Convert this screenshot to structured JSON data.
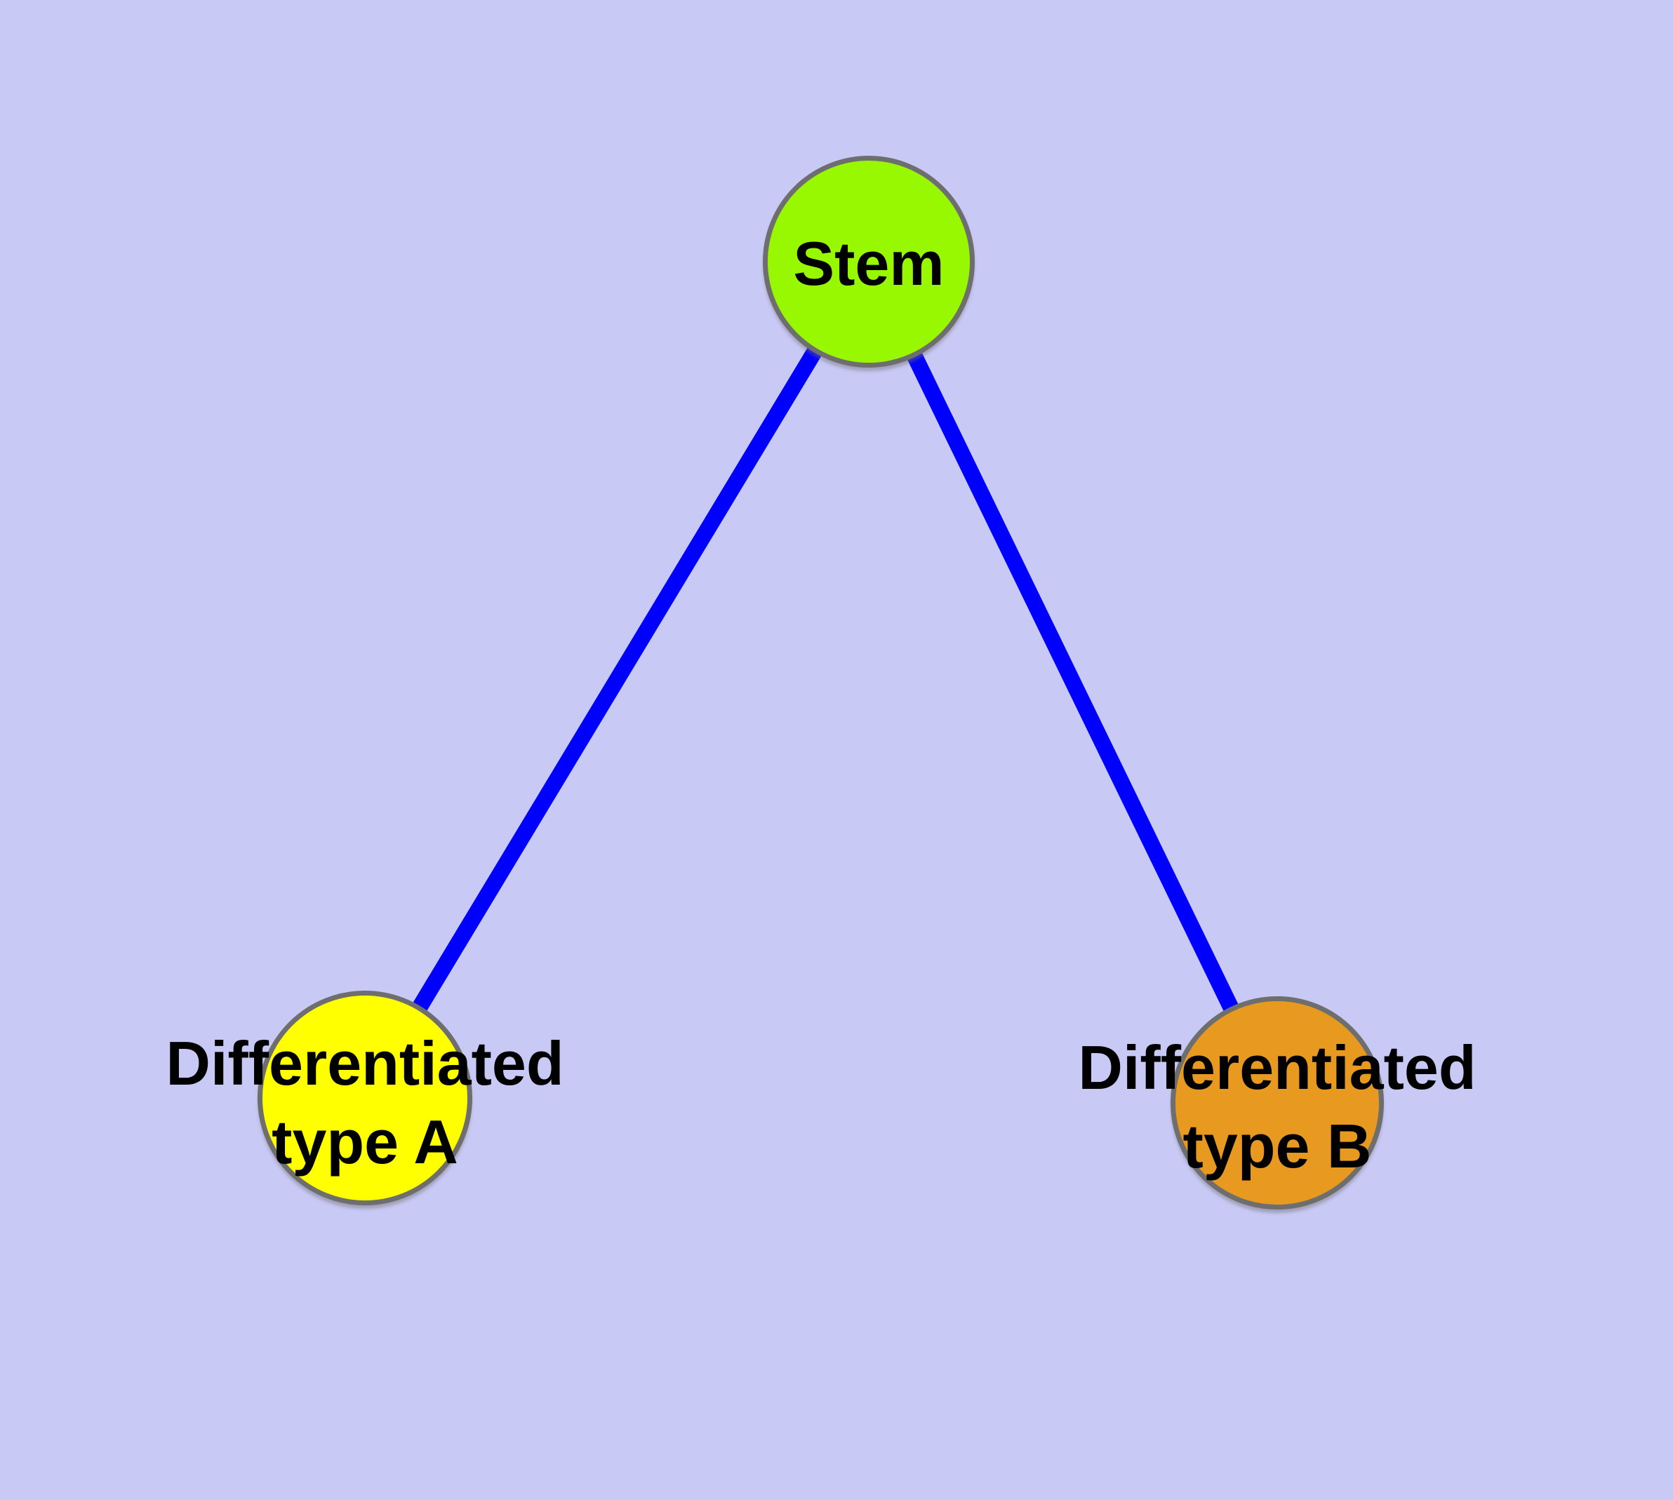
{
  "diagram": {
    "background_color": "#C9C9F6",
    "edge_color": "#0000FF",
    "node_border_color": "#6E6E6E",
    "text_color": "#000000",
    "nodes": [
      {
        "id": "stem",
        "label": "Stem",
        "label_lines": [
          "Stem"
        ],
        "fill": "#98F802"
      },
      {
        "id": "differentiated-type-a",
        "label": "Differentiated type A",
        "label_lines": [
          "Differentiated",
          "type A"
        ],
        "fill": "#FFFF00"
      },
      {
        "id": "differentiated-type-b",
        "label": "Differentiated type B",
        "label_lines": [
          "Differentiated",
          "type B"
        ],
        "fill": "#E79A1F"
      }
    ],
    "edges": [
      {
        "from": "Stem",
        "to": "Differentiated type A"
      },
      {
        "from": "Stem",
        "to": "Differentiated type B"
      }
    ]
  }
}
